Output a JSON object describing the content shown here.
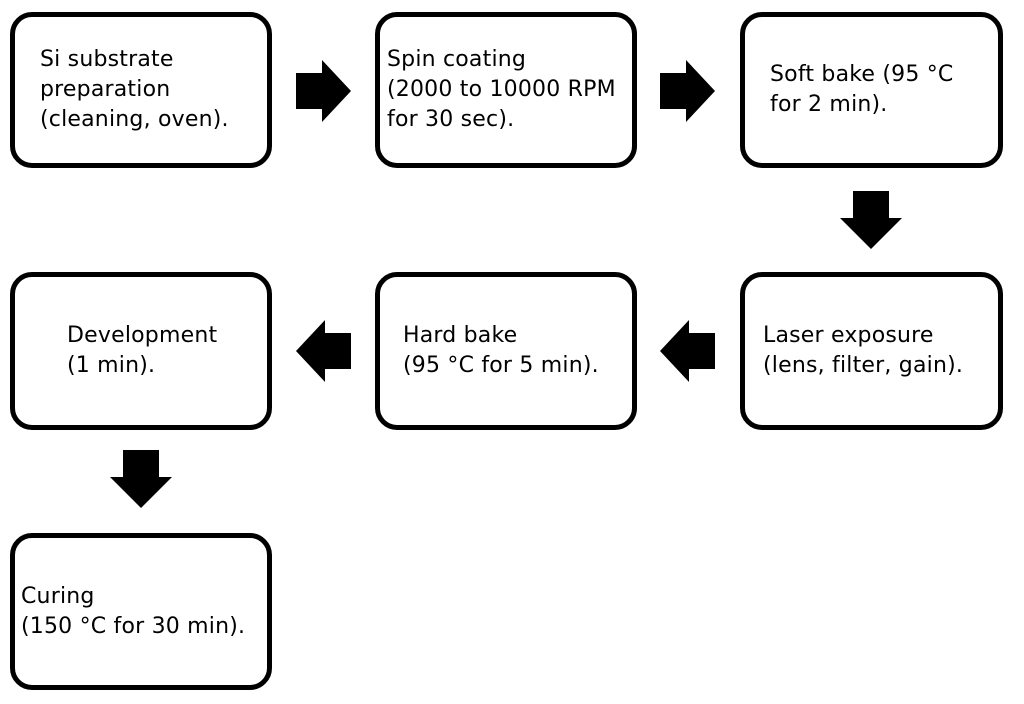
{
  "diagram": {
    "background_color": "#ffffff",
    "line_color": "#000000",
    "steps": [
      {
        "name": "si-substrate-preparation",
        "lines": [
          "Si substrate",
          "preparation",
          "(cleaning, oven)."
        ]
      },
      {
        "name": "spin-coating",
        "lines": [
          "Spin coating",
          "(2000 to 10000 RPM",
          "for 30 sec)."
        ]
      },
      {
        "name": "soft-bake",
        "lines": [
          "Soft bake (95 °C",
          "for 2 min)."
        ]
      },
      {
        "name": "laser-exposure",
        "lines": [
          "Laser exposure",
          "(lens, filter, gain)."
        ]
      },
      {
        "name": "hard-bake",
        "lines": [
          "Hard bake",
          "(95 °C for 5 min)."
        ]
      },
      {
        "name": "development",
        "lines": [
          "Development",
          "(1 min)."
        ]
      },
      {
        "name": "curing",
        "lines": [
          "Curing",
          "(150 °C for 30 min)."
        ]
      }
    ],
    "arrows": [
      {
        "direction": "right",
        "from": "si-substrate-preparation",
        "to": "spin-coating"
      },
      {
        "direction": "right",
        "from": "spin-coating",
        "to": "soft-bake"
      },
      {
        "direction": "down",
        "from": "soft-bake",
        "to": "laser-exposure"
      },
      {
        "direction": "left",
        "from": "laser-exposure",
        "to": "hard-bake"
      },
      {
        "direction": "left",
        "from": "hard-bake",
        "to": "development"
      },
      {
        "direction": "down",
        "from": "development",
        "to": "curing"
      }
    ]
  }
}
